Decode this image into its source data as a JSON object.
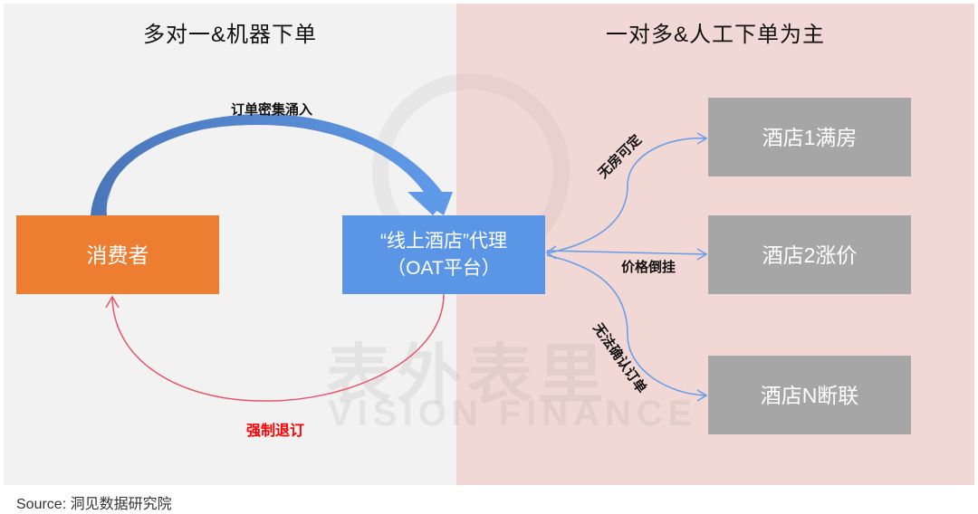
{
  "left_panel": {
    "title": "多对一&机器下单"
  },
  "right_panel": {
    "title": "一对多&人工下单为主"
  },
  "nodes": {
    "consumer": "消费者",
    "oat_line1": "“线上酒店”代理",
    "oat_line2": "（OAT平台）",
    "hotel1": "酒店1满房",
    "hotel2": "酒店2涨价",
    "hotelN": "酒店N断联"
  },
  "edges": {
    "orders_flood": "订单密集涌入",
    "forced_cancel": "强制退订",
    "no_rooms": "无房可定",
    "price_inversion": "价格倒挂",
    "cannot_confirm": "无法确认订单"
  },
  "watermark": {
    "cn": "表外表里",
    "en": "VISION FINANCE"
  },
  "source": "Source:  洞见数据研究院",
  "colors": {
    "consumer": "#ed7d31",
    "oat": "#5b96e6",
    "hotel": "#a6a6a6",
    "cancel": "#e8546a",
    "cancel_label": "#ff0000",
    "thin_arrow": "#6a9ee8"
  }
}
